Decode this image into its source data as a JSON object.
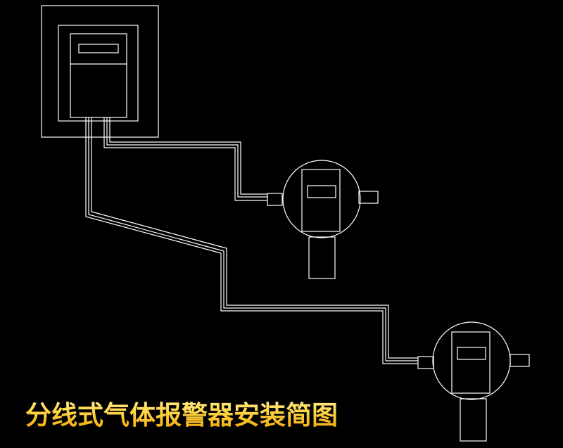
{
  "caption": {
    "text": "分线式气体报警器安装简图"
  },
  "colors": {
    "background": "#000000",
    "line": "#ffffff",
    "caption_top": "#fff3b0",
    "caption_mid": "#ffd84a",
    "caption_bottom": "#f2a400"
  },
  "components": {
    "controller": "alarm-controller",
    "detectors": [
      "gas-detector-1",
      "gas-detector-2"
    ]
  }
}
